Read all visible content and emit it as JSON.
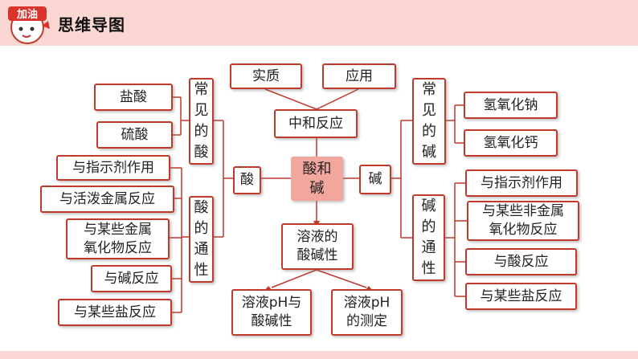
{
  "header": {
    "logo_text": "加油",
    "title": "思维导图"
  },
  "nodes": {
    "center": "酸和\n碱",
    "acid": "酸",
    "base": "碱",
    "neutralization": "中和反应",
    "essence": "实质",
    "application": "应用",
    "ph": "溶液的\n酸碱性",
    "ph_relation": "溶液pH与\n酸碱性",
    "ph_measure": "溶液pH\n的测定",
    "common_acids": "常\n见\n的\n酸",
    "hcl": "盐酸",
    "h2so4": "硫酸",
    "acid_props": "酸\n的\n通\n性",
    "acid_p1": "与指示剂作用",
    "acid_p2": "与活泼金属反应",
    "acid_p3": "与某些金属\n氧化物反应",
    "acid_p4": "与碱反应",
    "acid_p5": "与某些盐反应",
    "common_bases": "常\n见\n的\n碱",
    "naoh": "氢氧化钠",
    "caoh2": "氢氧化钙",
    "base_props": "碱\n的\n通\n性",
    "base_p1": "与指示剂作用",
    "base_p2": "与某些非金属\n氧化物反应",
    "base_p3": "与酸反应",
    "base_p4": "与某些盐反应"
  },
  "colors": {
    "border": "#c0392b",
    "center_fill": "#f2a79e",
    "header_fill": "#fbd7d3",
    "line": "#c0392b"
  }
}
